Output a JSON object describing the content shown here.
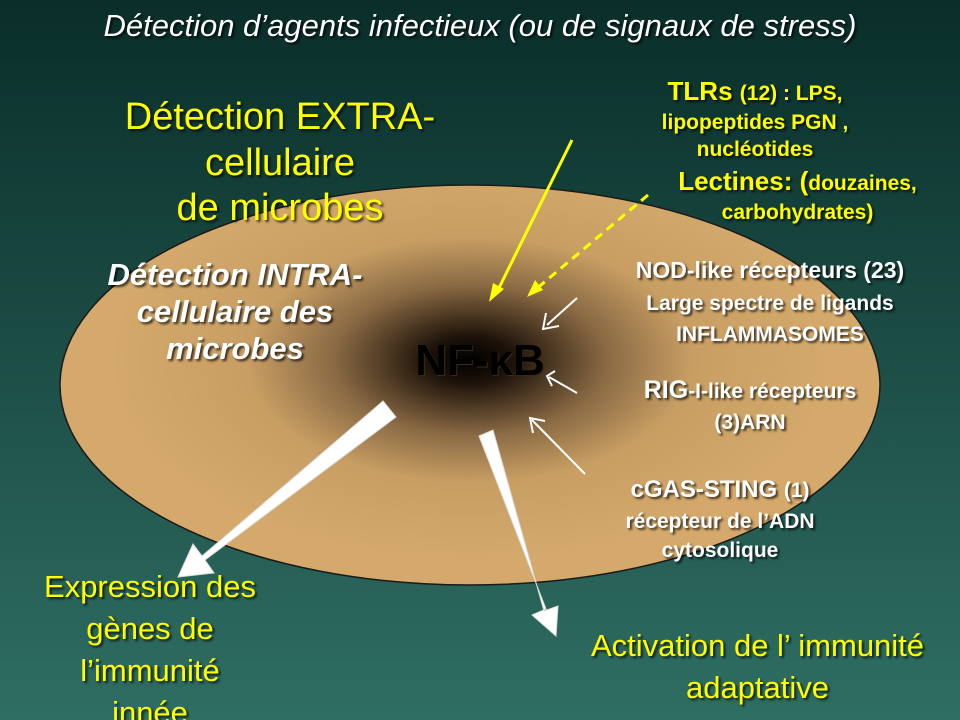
{
  "title": "Détection d’agents infectieux (ou de signaux de stress)",
  "extra": {
    "line1": "Détection EXTRA-",
    "line2": "cellulaire",
    "line3": "de microbes"
  },
  "intra": {
    "line1": "Détection INTRA-",
    "line2": "cellulaire des",
    "line3": "microbes"
  },
  "center_label": "NF-κB",
  "tlr": {
    "line1_a": "TLRs ",
    "line1_b": "(12) : ",
    "line1_c": " LPS,",
    "line2": "lipopeptides PGN ,",
    "line3": "nucléotides"
  },
  "lectines": {
    "line1_a": "Lectines: (",
    "line1_b": "douzaines,",
    "line2": "carbohydrates)"
  },
  "nod": {
    "line1": "NOD-like récepteurs (23)",
    "line2": "Large spectre de ligands",
    "line3": "INFLAMMASOMES"
  },
  "rig": {
    "line1_a": "RIG",
    "line1_b": "-I-like récepteurs",
    "line2": "(3)ARN"
  },
  "cgas": {
    "line1_a": "cGAS-STING ",
    "line1_b": "(1)",
    "line2": "récepteur de l’ADN",
    "line3": "cytosolique"
  },
  "output_left": {
    "line1": "Expression  des",
    "line2": "gènes de",
    "line3": "l’immunité",
    "line4": "innée"
  },
  "output_right": {
    "line1": "Activation  de l’ immunité",
    "line2": "adaptative"
  },
  "colors": {
    "background_top": "#0a2e2a",
    "background_bottom": "#2f6e63",
    "ellipse": "#d2a86a",
    "yellow_text": "#ffff00",
    "white_text": "#ffffff"
  }
}
